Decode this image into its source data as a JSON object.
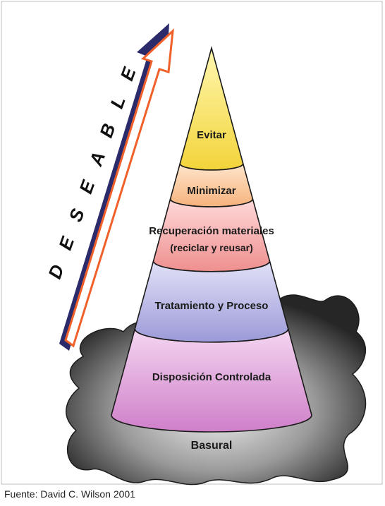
{
  "arrow_word": "DESEABLE",
  "tiers": [
    {
      "id": "evitar",
      "lines": [
        "Evitar"
      ],
      "color_top": "#fff7b0",
      "color_bottom": "#f2d43a"
    },
    {
      "id": "minimizar",
      "lines": [
        "Minimizar"
      ],
      "color_top": "#ffe6cc",
      "color_bottom": "#f6b27c"
    },
    {
      "id": "recuperacion",
      "lines": [
        "Recuperación materiales",
        "(reciclar y reusar)"
      ],
      "color_top": "#ffd9d9",
      "color_bottom": "#ef8f8f"
    },
    {
      "id": "tratamiento",
      "lines": [
        "Tratamiento y Proceso"
      ],
      "color_top": "#e2e1f7",
      "color_bottom": "#9c9ad8"
    },
    {
      "id": "disposicion",
      "lines": [
        "Disposición Controlada"
      ],
      "color_top": "#f4d6f1",
      "color_bottom": "#cf7fc9"
    }
  ],
  "base": {
    "label": "Basural"
  },
  "source": "Fuente:  David C. Wilson 2001",
  "colors": {
    "arrow_dark": "#2b2a6b",
    "arrow_orange": "#f0602a",
    "blob_dark": "#2a2a2a",
    "blob_light": "#e8e8e8"
  }
}
